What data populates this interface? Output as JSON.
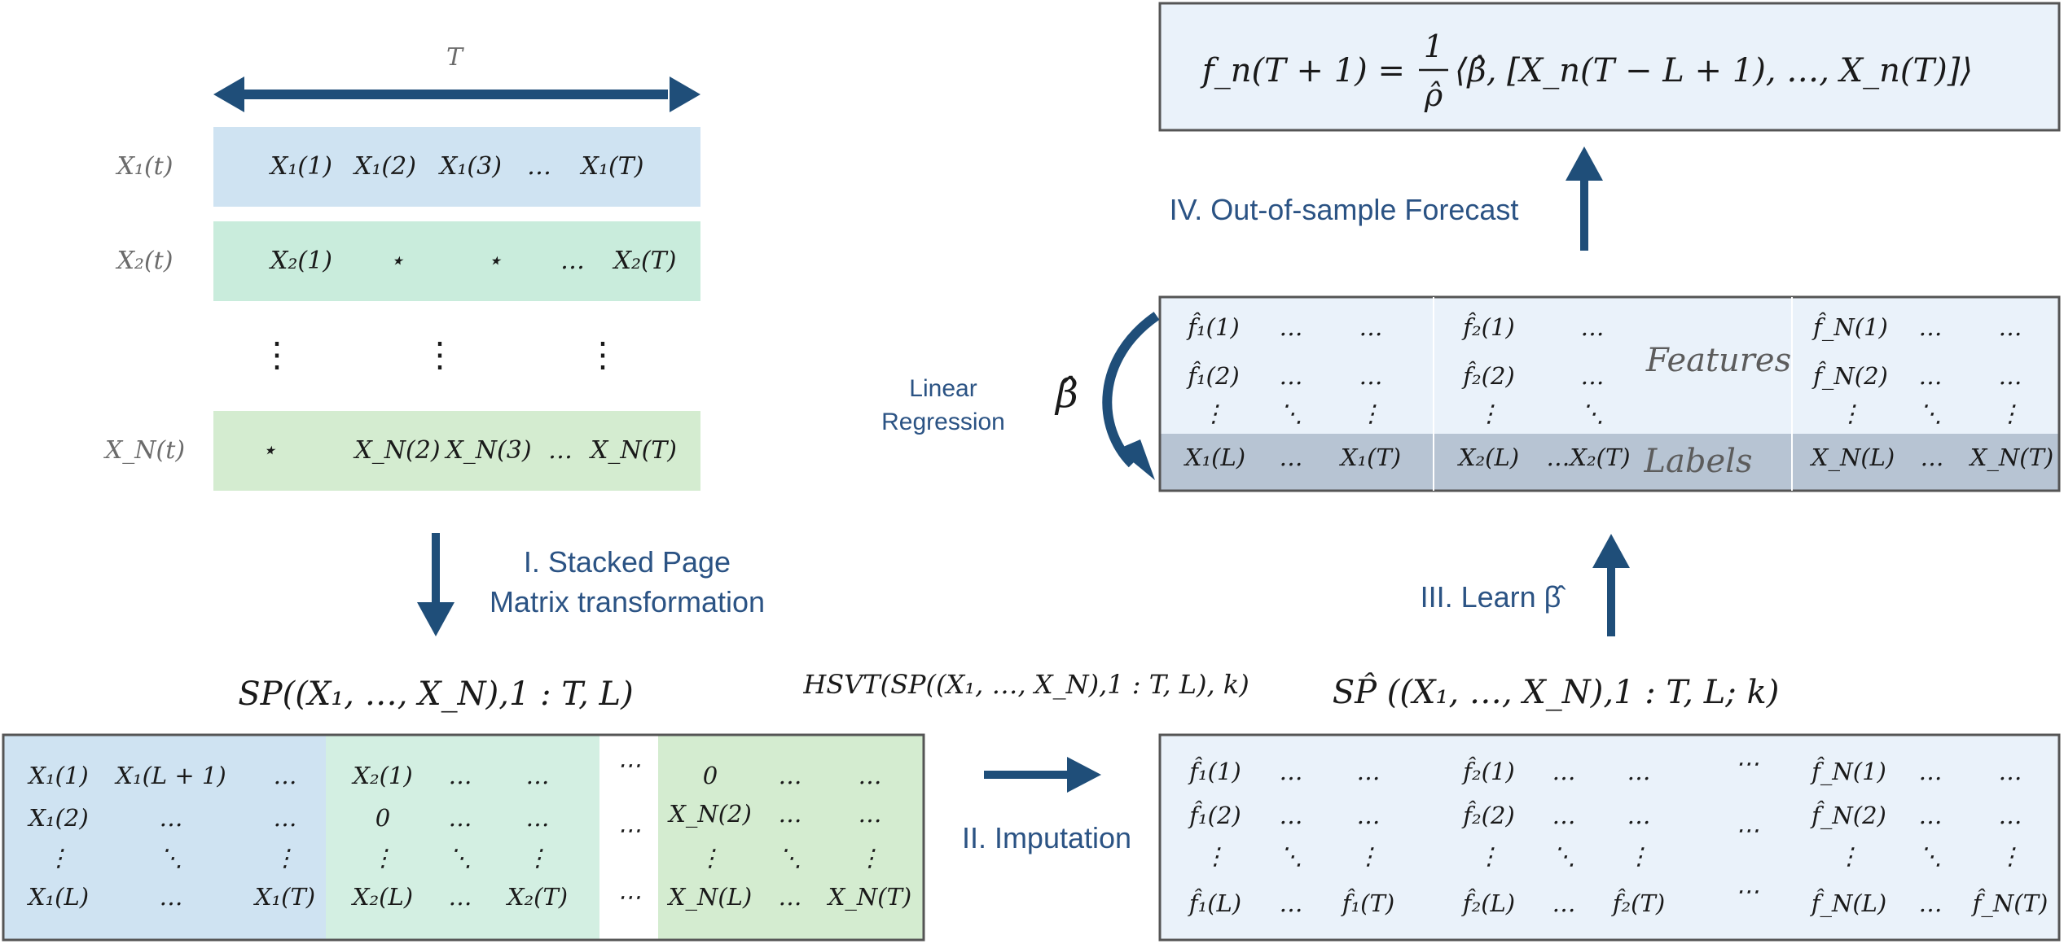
{
  "colors": {
    "blue_row": "#cfe3f2",
    "green_row": "#c9ecdc",
    "light_green_row": "#d4ecd0",
    "arrow": "#1f4e79",
    "box_fill": "#eaf2fa",
    "box_border": "#555555",
    "labels_band": "#b7c4d3",
    "step_text": "#2b5384"
  },
  "series_block": {
    "time_axis_label": "T",
    "rows": [
      {
        "label": "X₁(t)",
        "cells": [
          "X₁(1)",
          "X₁(2)",
          "X₁(3)",
          "…",
          "X₁(T)"
        ]
      },
      {
        "label": "X₂(t)",
        "cells": [
          "X₂(1)",
          "⋆",
          "⋆",
          "…",
          "X₂(T)"
        ]
      },
      {
        "label": "X_N(t)",
        "cells": [
          "⋆",
          "X_N(2)",
          "X_N(3)",
          "…",
          "X_N(T)"
        ]
      }
    ],
    "vdots": "⋮"
  },
  "steps": {
    "step1_line1": "I. Stacked Page",
    "step1_line2": "Matrix transformation",
    "step2": "II. Imputation",
    "step3": "III. Learn β̂",
    "step4": "IV. Out-of-sample Forecast"
  },
  "sp_matrix": {
    "title": "SP((X₁, …, X_N),1 : T, L)",
    "blocks": [
      {
        "rows": [
          [
            "X₁(1)",
            "X₁(L + 1)",
            "…"
          ],
          [
            "X₁(2)",
            "…",
            "…"
          ],
          [
            "⋮",
            "⋱",
            "⋮"
          ],
          [
            "X₁(L)",
            "…",
            "X₁(T)"
          ]
        ]
      },
      {
        "rows": [
          [
            "X₂(1)",
            "…",
            "…"
          ],
          [
            "0",
            "…",
            "…"
          ],
          [
            "⋮",
            "⋱",
            "⋮"
          ],
          [
            "X₂(L)",
            "…",
            "X₂(T)"
          ]
        ]
      },
      {
        "rows": [
          [
            "⋯"
          ],
          [
            "⋯"
          ],
          [
            "⋯"
          ]
        ]
      },
      {
        "rows": [
          [
            "0",
            "…",
            "…"
          ],
          [
            "X_N(2)",
            "…",
            "…"
          ],
          [
            "⋮",
            "⋱",
            "⋮"
          ],
          [
            "X_N(L)",
            "…",
            "X_N(T)"
          ]
        ]
      }
    ]
  },
  "hsvt_label": "HSVT(SP((X₁, …, X_N),1 : T, L), k)",
  "sphat_matrix": {
    "title": "SP̂ ((X₁, …, X_N),1 : T, L; k)",
    "blocks": [
      {
        "rows": [
          [
            "f̂₁(1)",
            "…",
            "…"
          ],
          [
            "f̂₁(2)",
            "…",
            "…"
          ],
          [
            "⋮",
            "⋱",
            "⋮"
          ],
          [
            "f̂₁(L)",
            "…",
            "f̂₁(T)"
          ]
        ]
      },
      {
        "rows": [
          [
            "f̂₂(1)",
            "…",
            "…"
          ],
          [
            "f̂₂(2)",
            "…",
            "…"
          ],
          [
            "⋮",
            "⋱",
            "⋮"
          ],
          [
            "f̂₂(L)",
            "…",
            "f̂₂(T)"
          ]
        ]
      },
      {
        "rows": [
          [
            "⋯"
          ],
          [
            "⋯"
          ],
          [
            "⋯"
          ]
        ]
      },
      {
        "rows": [
          [
            "f̂_N(1)",
            "…",
            "…"
          ],
          [
            "f̂_N(2)",
            "…",
            "…"
          ],
          [
            "⋮",
            "⋱",
            "⋮"
          ],
          [
            "f̂_N(L)",
            "…",
            "f̂_N(T)"
          ]
        ]
      }
    ]
  },
  "regression_matrix": {
    "features_label": "Features",
    "labels_label": "Labels",
    "linear_regression_line1": "Linear",
    "linear_regression_line2": "Regression",
    "beta_hat": "β̂",
    "feature_blocks": [
      {
        "rows": [
          [
            "f̂₁(1)",
            "…",
            "…"
          ],
          [
            "f̂₁(2)",
            "…",
            "…"
          ],
          [
            "⋮",
            "⋱",
            "⋮"
          ]
        ]
      },
      {
        "rows": [
          [
            "f̂₂(1)",
            "…"
          ],
          [
            "f̂₂(2)",
            "…"
          ],
          [
            "⋮",
            "⋱"
          ]
        ]
      },
      {
        "rows": [
          [
            "f̂_N(1)",
            "…",
            "…"
          ],
          [
            "f̂_N(2)",
            "…",
            "…"
          ],
          [
            "⋮",
            "⋱",
            "⋮"
          ]
        ]
      }
    ],
    "label_row": [
      "X₁(L)",
      "…",
      "X₁(T)",
      "X₂(L)",
      "…X₂(T)",
      "X_N(L)",
      "…",
      "X_N(T)"
    ]
  },
  "forecast_formula": {
    "lhs": "f_n(T + 1) =",
    "frac_num": "1",
    "frac_den": "ρ̂",
    "rhs": "⟨β̂,    [X_n(T − L + 1), …, X_n(T)]⟩"
  }
}
